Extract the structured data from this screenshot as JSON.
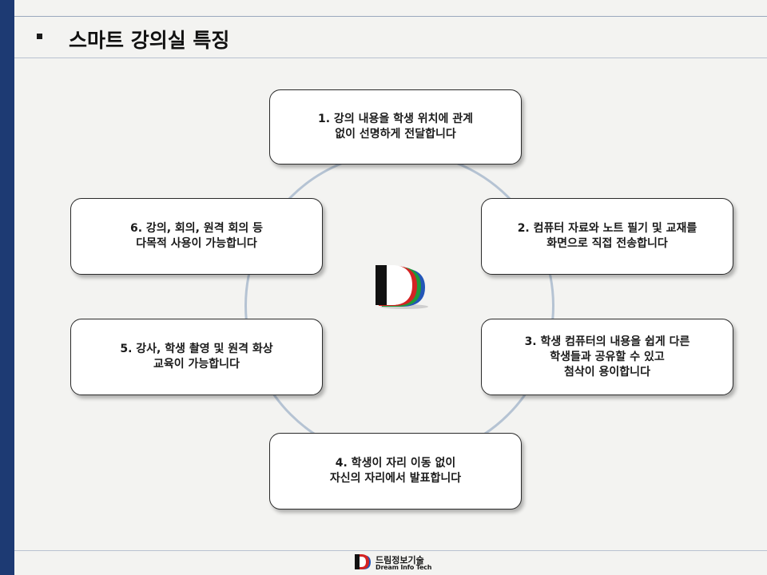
{
  "slide": {
    "title": "스마트 강의실 특징"
  },
  "features": [
    {
      "lines": [
        "1. 강의 내용을 학생 위치에 관계",
        "없이 선명하게 전달합니다"
      ]
    },
    {
      "lines": [
        "2. 컴퓨터 자료와 노트 필기 및 교재를",
        "화면으로 직접 전송합니다"
      ]
    },
    {
      "lines": [
        "3. 학생 컴퓨터의 내용을 쉽게 다른",
        "학생들과 공유할 수 있고",
        "첨삭이 용이합니다"
      ]
    },
    {
      "lines": [
        "4. 학생이 자리 이동 없이",
        "자신의 자리에서 발표합니다"
      ]
    },
    {
      "lines": [
        "5. 강사, 학생 촬영 및 원격 화상",
        "교육이 가능합니다"
      ]
    },
    {
      "lines": [
        "6. 강의, 회의, 원격 회의 등",
        "다목적 사용이 가능합니다"
      ]
    }
  ],
  "footer": {
    "company_ko": "드림정보기술",
    "company_en": "Dream Info Tech"
  },
  "colors": {
    "sidebar": "#1d3a73",
    "ring": "#b5c3d3",
    "logo_black": "#111111",
    "logo_red": "#d42323",
    "logo_green": "#1f9a3a",
    "logo_blue": "#2356b8"
  },
  "icons": {
    "center_logo": "dream-info-tech-logo-icon",
    "footer_logo": "dream-info-tech-small-logo-icon"
  }
}
